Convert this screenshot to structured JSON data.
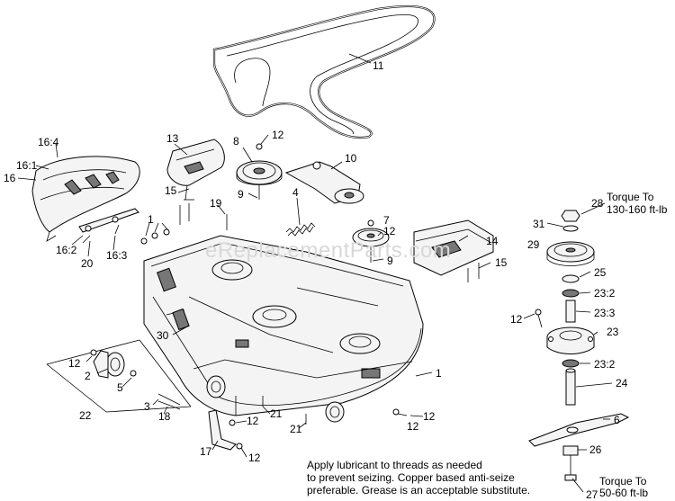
{
  "watermark": "eReplacementParts.com",
  "callouts": {
    "c11": "11",
    "c12_top": "12",
    "c8": "8",
    "c13": "13",
    "c10": "10",
    "c15_top": "15",
    "c9_top": "9",
    "c4": "4",
    "c19": "19",
    "c14": "14",
    "c12_mid": "12",
    "c7": "7",
    "c9_mid": "9",
    "c15_right": "15",
    "c16_4": "16:4",
    "c16_1": "16:1",
    "c16": "16",
    "c1_group": "1",
    "c16_2": "16:2",
    "c16_3": "16:3",
    "c20": "20",
    "c28": "28",
    "c31": "31",
    "c29": "29",
    "c25": "25",
    "c23_2_top": "23:2",
    "c23_3": "23:3",
    "c12_right": "12",
    "c23": "23",
    "c23_2_bot": "23:2",
    "c24": "24",
    "c6": "6",
    "c26": "26",
    "c27": "27",
    "c30": "30",
    "c1": "1",
    "c12_wheel": "12",
    "c2": "2",
    "c5": "5",
    "c3": "3",
    "c18": "18",
    "c22": "22",
    "c21_a": "21",
    "c21_b": "21",
    "c12_a": "12",
    "c12_b": "12",
    "c12_c": "12",
    "c17": "17"
  },
  "notes": {
    "torque_top_line1": "Torque To",
    "torque_top_line2": "130-160 ft-lb",
    "torque_bottom_line1": "Torque To",
    "torque_bottom_line2": "50-60 ft-lb",
    "lubricant_line1": "Apply lubricant to threads as needed",
    "lubricant_line2": "to prevent seizing. Copper based anti-seize",
    "lubricant_line3": "preferable. Grease is an acceptable substitute."
  }
}
